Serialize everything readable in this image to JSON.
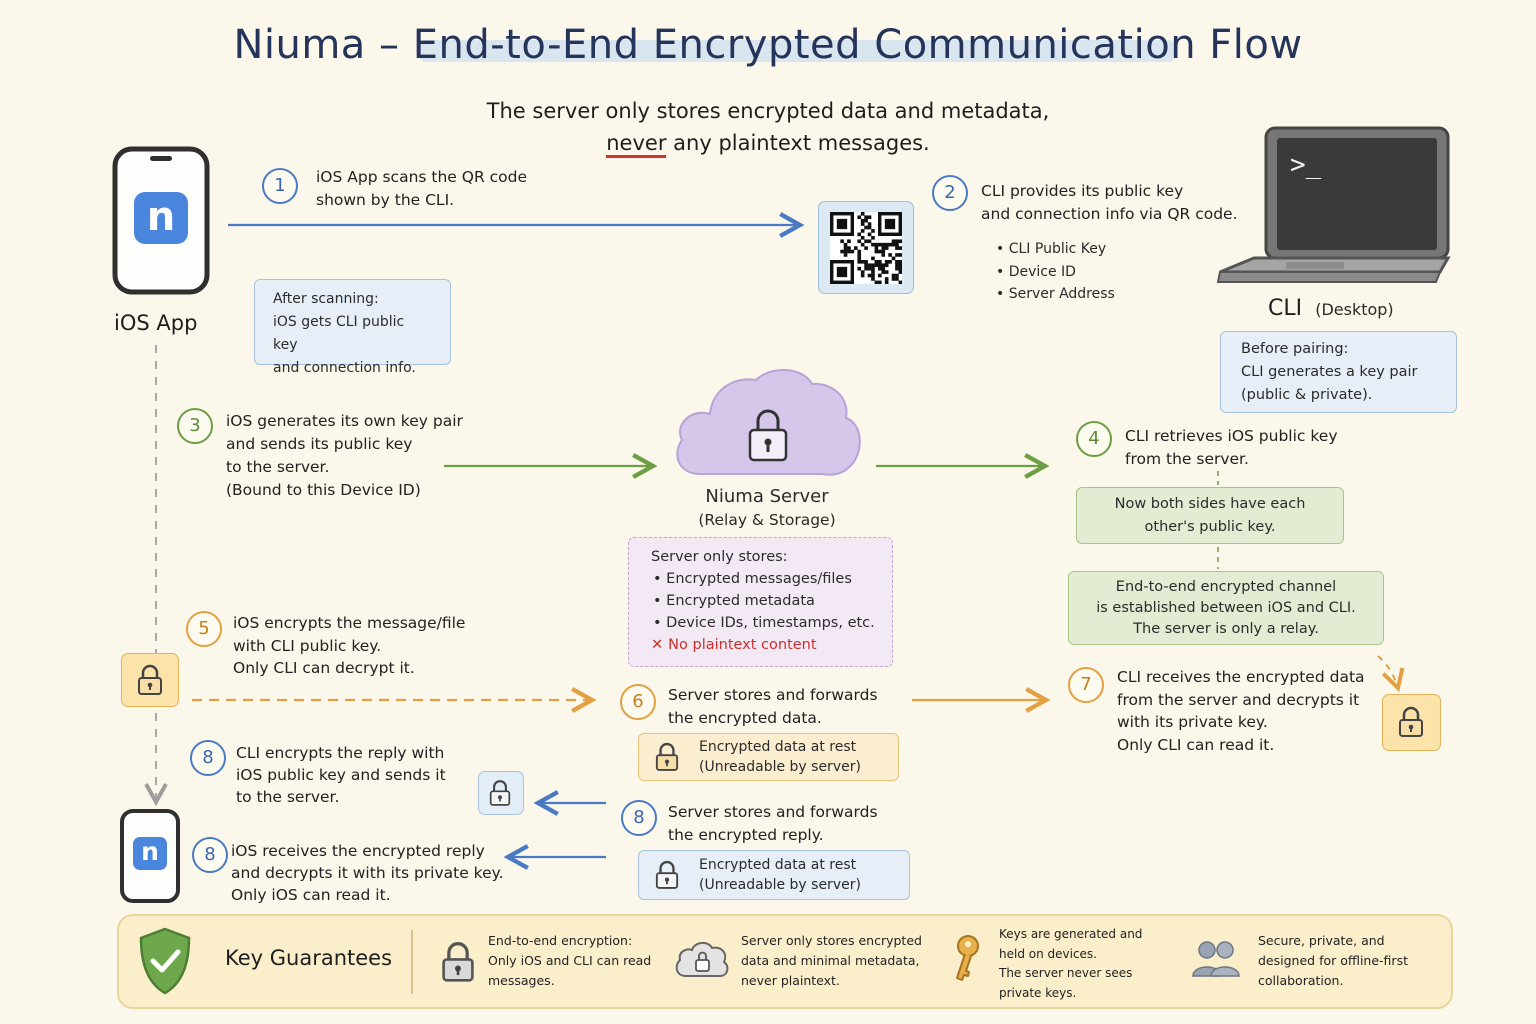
{
  "title": "Niuma – End-to-End Encrypted Communication Flow",
  "subtitle": {
    "line1": "The server only stores encrypted data and metadata,",
    "line2_emph": "never",
    "line2_rest": "any plaintext messages."
  },
  "ios": {
    "label": "iOS App",
    "app_glyph": "n"
  },
  "cli": {
    "label": "CLI",
    "label_sub": "(Desktop)",
    "terminal_prompt": ">_"
  },
  "server": {
    "label": "Niuma Server",
    "sub": "(Relay & Storage)"
  },
  "steps": {
    "s1": {
      "num": "1",
      "lines": [
        "iOS App scans the QR code",
        "shown by the CLI."
      ]
    },
    "s2": {
      "num": "2",
      "lines": [
        "CLI provides its public key",
        "and connection info via QR code."
      ],
      "bullets": [
        "CLI Public Key",
        "Device ID",
        "Server Address"
      ]
    },
    "s3": {
      "num": "3",
      "lines": [
        "iOS generates its own key pair",
        "and sends its public key",
        "to the server.",
        "(Bound to this Device ID)"
      ]
    },
    "s4": {
      "num": "4",
      "lines": [
        "CLI retrieves iOS public key",
        "from the server."
      ]
    },
    "s5": {
      "num": "5",
      "lines": [
        "iOS encrypts the message/file",
        "with CLI public key.",
        "Only CLI can decrypt it."
      ]
    },
    "s6": {
      "num": "6",
      "lines": [
        "Server stores and forwards",
        "the encrypted data."
      ]
    },
    "s7": {
      "num": "7",
      "lines": [
        "CLI receives the encrypted data",
        "from the server and decrypts it",
        "with its private key.",
        "Only CLI can read it."
      ]
    },
    "s8a": {
      "num": "8",
      "lines": [
        "CLI encrypts the reply with",
        "iOS public key and sends it",
        "to the server."
      ]
    },
    "s8b": {
      "num": "8",
      "lines": [
        "Server stores and forwards",
        "the encrypted reply."
      ]
    },
    "s8c": {
      "num": "8",
      "lines": [
        "iOS receives the encrypted reply",
        "and decrypts it with its private key.",
        "Only iOS can read it."
      ]
    }
  },
  "notes": {
    "after_scan": {
      "title": "After scanning:",
      "lines": [
        "iOS gets CLI public key",
        "and connection info."
      ]
    },
    "before_pair": {
      "title": "Before pairing:",
      "lines": [
        "CLI generates a key pair",
        "(public & private)."
      ]
    },
    "both_keys": {
      "lines": [
        "Now both sides have each",
        "other's public key."
      ]
    },
    "e2e_channel": {
      "lines": [
        "End-to-end encrypted channel",
        "is established between iOS and CLI.",
        "The server is only a relay."
      ]
    },
    "server_stores": {
      "title": "Server only stores:",
      "items": [
        "Encrypted messages/files",
        "Encrypted metadata",
        "Device IDs, timestamps, etc."
      ],
      "negative": "No plaintext content"
    },
    "rest1": {
      "lines": [
        "Encrypted data at rest",
        "(Unreadable by server)"
      ]
    },
    "rest2": {
      "lines": [
        "Encrypted data at rest",
        "(Unreadable by server)"
      ]
    }
  },
  "guarantees": {
    "title": "Key Guarantees",
    "items": [
      {
        "icon": "padlock-icon",
        "lines": [
          "End-to-end encryption:",
          "Only iOS and CLI can read",
          "messages."
        ]
      },
      {
        "icon": "cloud-lock-icon",
        "lines": [
          "Server only stores encrypted",
          "data and minimal metadata,",
          "never plaintext."
        ]
      },
      {
        "icon": "key-icon",
        "lines": [
          "Keys are generated and",
          "held on devices.",
          "The server never sees",
          "private keys."
        ]
      },
      {
        "icon": "users-icon",
        "lines": [
          "Secure, private, and",
          "designed for offline-first",
          "collaboration."
        ]
      }
    ]
  },
  "colors": {
    "blue": "#4a7ac4",
    "green": "#6d9e45",
    "orange": "#e1a042",
    "purple": "#b9a3d6",
    "title": "#24345a"
  }
}
